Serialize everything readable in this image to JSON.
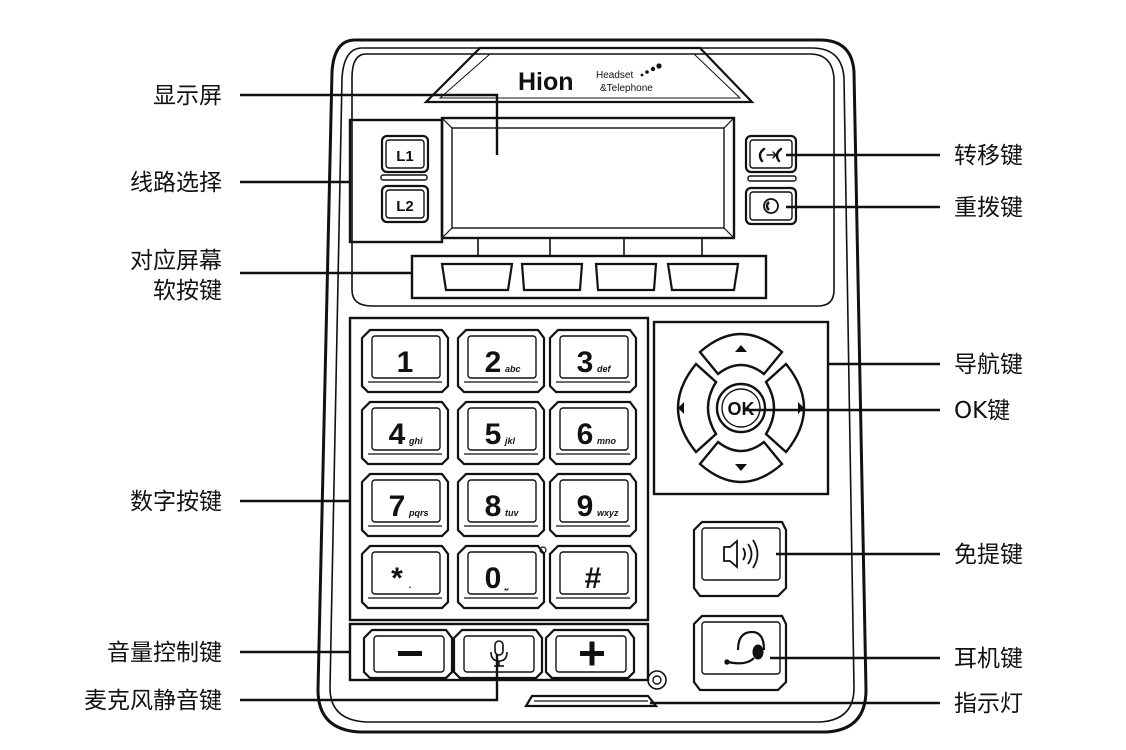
{
  "brand": {
    "logo": "Hion",
    "tagline_1": "Headset",
    "tagline_2": "&Telephone"
  },
  "labels_left": {
    "display": "显示屏",
    "line_select": "线路选择",
    "softkeys_1": "对应屏幕",
    "softkeys_2": "软按键",
    "numeric": "数字按键",
    "volume": "音量控制键",
    "mute": "麦克风静音键"
  },
  "labels_right": {
    "transfer": "转移键",
    "redial": "重拨键",
    "navigation": "导航键",
    "ok": "OK键",
    "speaker": "免提键",
    "headset": "耳机键",
    "indicator": "指示灯"
  },
  "line_keys": [
    "L1",
    "L2"
  ],
  "numpad": [
    {
      "digit": "1",
      "letters": ""
    },
    {
      "digit": "2",
      "letters": "abc"
    },
    {
      "digit": "3",
      "letters": "def"
    },
    {
      "digit": "4",
      "letters": "ghi"
    },
    {
      "digit": "5",
      "letters": "jkl"
    },
    {
      "digit": "6",
      "letters": "mno"
    },
    {
      "digit": "7",
      "letters": "pqrs"
    },
    {
      "digit": "8",
      "letters": "tuv"
    },
    {
      "digit": "9",
      "letters": "wxyz"
    },
    {
      "digit": "*",
      "letters": "."
    },
    {
      "digit": "0",
      "letters": "⎵"
    },
    {
      "digit": "#",
      "letters": ""
    }
  ],
  "ok_key": "OK",
  "volume_keys": {
    "down": "−",
    "up": "+"
  }
}
